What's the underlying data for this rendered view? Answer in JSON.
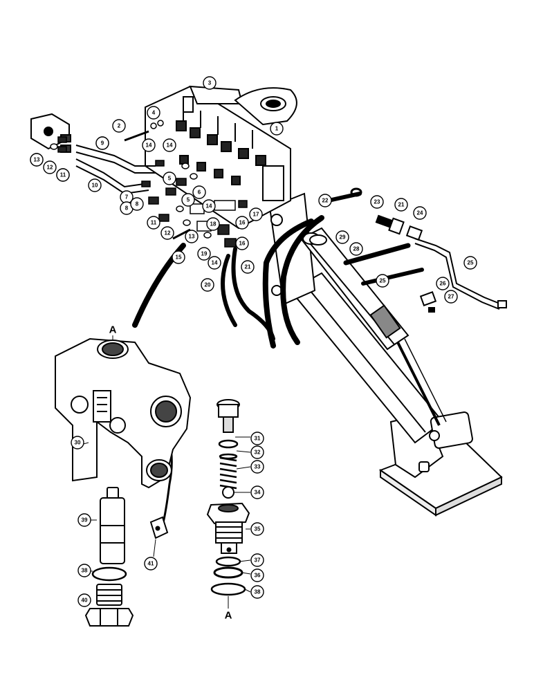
{
  "diagram": {
    "reference_letters": {
      "top": "A",
      "bottom": "A"
    },
    "callouts": [
      "1",
      "2",
      "3",
      "4",
      "5",
      "6",
      "7",
      "8",
      "9",
      "10",
      "11",
      "12",
      "13",
      "14",
      "15",
      "16",
      "17",
      "18",
      "19",
      "20",
      "21",
      "22",
      "23",
      "24",
      "25",
      "26",
      "27",
      "28",
      "29",
      "30",
      "31",
      "32",
      "33",
      "34",
      "35",
      "36",
      "37",
      "38",
      "39",
      "40",
      "41",
      "5",
      "8",
      "9",
      "11",
      "11",
      "12",
      "13",
      "13",
      "14",
      "14",
      "14",
      "16",
      "21",
      "25",
      "38"
    ]
  }
}
